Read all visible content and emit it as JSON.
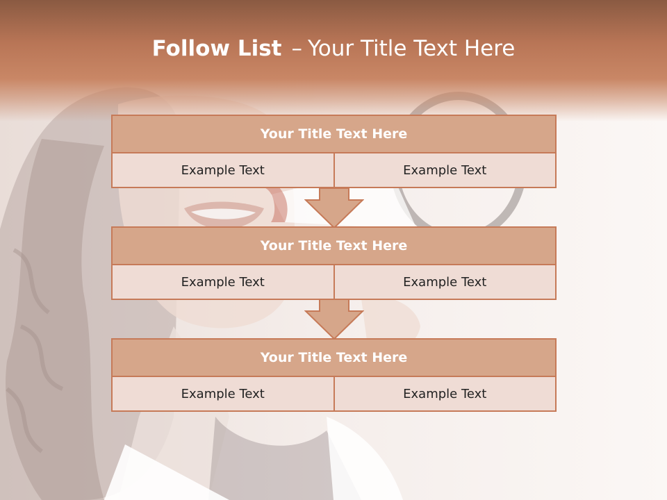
{
  "slide": {
    "title_bold": "Follow List",
    "title_separator": "–",
    "title_rest": "Your Title Text Here"
  },
  "blocks": [
    {
      "title": "Your Title Text Here",
      "left_text": "Example Text",
      "right_text": "Example Text"
    },
    {
      "title": "Your Title Text Here",
      "left_text": "Example Text",
      "right_text": "Example Text"
    },
    {
      "title": "Your Title Text Here",
      "left_text": "Example Text",
      "right_text": "Example Text"
    }
  ],
  "colors": {
    "header": "#b87556",
    "block_title_fill": "#d6a68a",
    "block_border": "#c67a58",
    "block_row_fill": "#efdcd5",
    "arrow_fill": "#d6a68a"
  },
  "icons": {
    "flow_arrow": "down-arrow-icon",
    "background": "woman-with-megaphone-photo"
  }
}
